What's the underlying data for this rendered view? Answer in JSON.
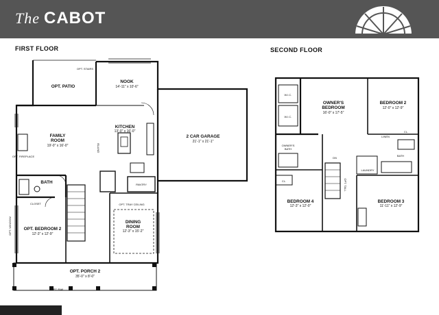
{
  "header": {
    "title_the": "The",
    "title_name": "CABOT"
  },
  "floors": {
    "first": "FIRST FLOOR",
    "second": "SECOND FLOOR"
  },
  "first_floor_rooms": {
    "opt_patio": "OPT. PATIO",
    "opt_stairs": "OPT. STAIRS",
    "nook": "NOOK",
    "nook_dim": "14'-11\" x 10'-6\"",
    "family_room": "FAMILY",
    "family_room_2": "ROOM",
    "family_dim": "19'-0\" x 16'-0\"",
    "opt_fireplace": "OPT. FIREPLACE",
    "kitchen": "KITCHEN",
    "kitchen_dim": "13'-0\" x 16'-0\"",
    "island": "ISLAND",
    "garage": "2 CAR GARAGE",
    "garage_dim": "21'-1\" x 21'-1\"",
    "bath": "BATH",
    "closet": "CLOSET",
    "pantry": "PANTRY",
    "opt_tray": "OPT. TRAY CEILING",
    "dining": "DINING",
    "dining_2": "ROOM",
    "dining_dim": "12'-3\" x 15'-2\"",
    "opt_bedroom": "OPT. BEDROOM 2",
    "opt_bedroom_dim": "12'-3\" x 12'-9\"",
    "opt_window_l": "OPT. WINDOW",
    "opt_porch": "OPT. PORCH 2",
    "opt_porch_dim": "35'-0\" x 8'-0\"",
    "opt_rail": "OPT. RAIL"
  },
  "second_floor_rooms": {
    "wic_1": "W.I.C.",
    "wic_2": "W.I.C.",
    "owners_bedroom": "OWNER'S",
    "owners_bedroom_2": "BEDROOM",
    "owners_dim": "16'-0\" x 17'-5\"",
    "owners_bath": "OWNER'S",
    "owners_bath_2": "BATH",
    "bedroom2": "BEDROOM 2",
    "bedroom2_dim": "12'-0\" x 12'-9\"",
    "linen": "LINEN",
    "cl": "CL.",
    "bath": "BATH",
    "laundry": "LAUNDRY",
    "dn": "DN",
    "bedroom4": "BEDROOM 4",
    "bedroom4_dim": "12'-3\" x 12'-0\"",
    "bedroom3": "BEDROOM 3",
    "bedroom3_dim": "11'-11\" x 12'-9\"",
    "opt_tall": "OPT. TALL"
  },
  "colors": {
    "banner": "#555555",
    "wall": "#111111"
  }
}
